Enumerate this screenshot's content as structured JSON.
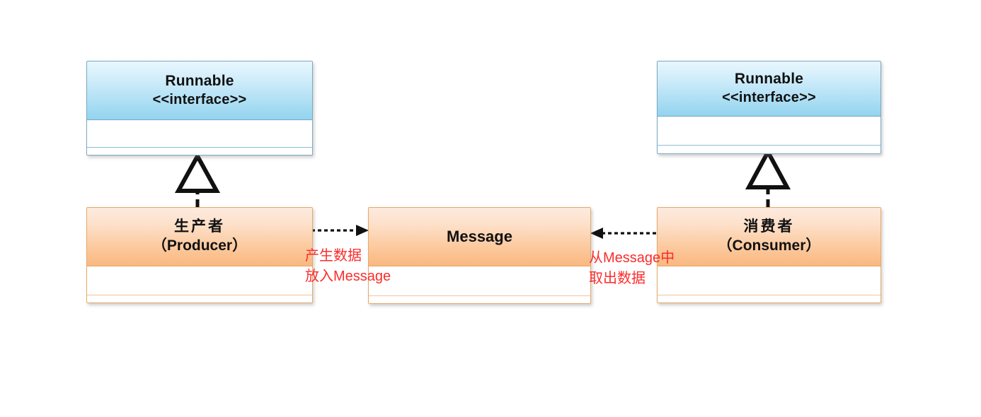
{
  "diagram": {
    "title": "Producer-Consumer UML class diagram",
    "background": "#ffffff",
    "colors": {
      "interface_border": "#7aa9c2",
      "interface_header_top": "#e8f7fd",
      "interface_header_bottom": "#93d3ef",
      "class_border": "#e8a86a",
      "class_header_top": "#fdeade",
      "class_header_bottom": "#f9b87f",
      "connector": "#111111",
      "annotation_text": "#fb2c2c"
    }
  },
  "nodes": {
    "runnable_left": {
      "name_line1": "Runnable",
      "name_line2": "<<interface>>",
      "stereotype": "interface",
      "compartments": [
        "",
        ""
      ]
    },
    "runnable_right": {
      "name_line1": "Runnable",
      "name_line2": "<<interface>>",
      "stereotype": "interface",
      "compartments": [
        "",
        ""
      ]
    },
    "producer": {
      "name_line1": "生产者",
      "name_line2": "（Producer）",
      "stereotype": "class",
      "compartments": [
        "",
        ""
      ]
    },
    "consumer": {
      "name_line1": "消费者",
      "name_line2": "（Consumer）",
      "stereotype": "class",
      "compartments": [
        "",
        ""
      ]
    },
    "message": {
      "name_line1": "Message",
      "name_line2": "",
      "stereotype": "class",
      "compartments": [
        "",
        ""
      ]
    }
  },
  "connectors": {
    "producer_realizes_runnable": {
      "type": "realization",
      "arrowhead": "hollow-triangle",
      "line": "dashed",
      "from": "producer",
      "to": "runnable_left"
    },
    "consumer_realizes_runnable": {
      "type": "realization",
      "arrowhead": "hollow-triangle",
      "line": "dashed",
      "from": "consumer",
      "to": "runnable_right"
    },
    "producer_to_message": {
      "type": "dependency",
      "arrowhead": "open-arrow",
      "line": "dashed",
      "from": "producer",
      "to": "message"
    },
    "consumer_to_message": {
      "type": "dependency",
      "arrowhead": "open-arrow",
      "line": "dashed",
      "from": "consumer",
      "to": "message"
    }
  },
  "annotations": {
    "producer_note": {
      "line1": "产生数据",
      "line2": "放入Message",
      "color": "#fb2c2c"
    },
    "consumer_note": {
      "line1": "从Message中",
      "line2": "取出数据",
      "color": "#fb2c2c"
    }
  }
}
